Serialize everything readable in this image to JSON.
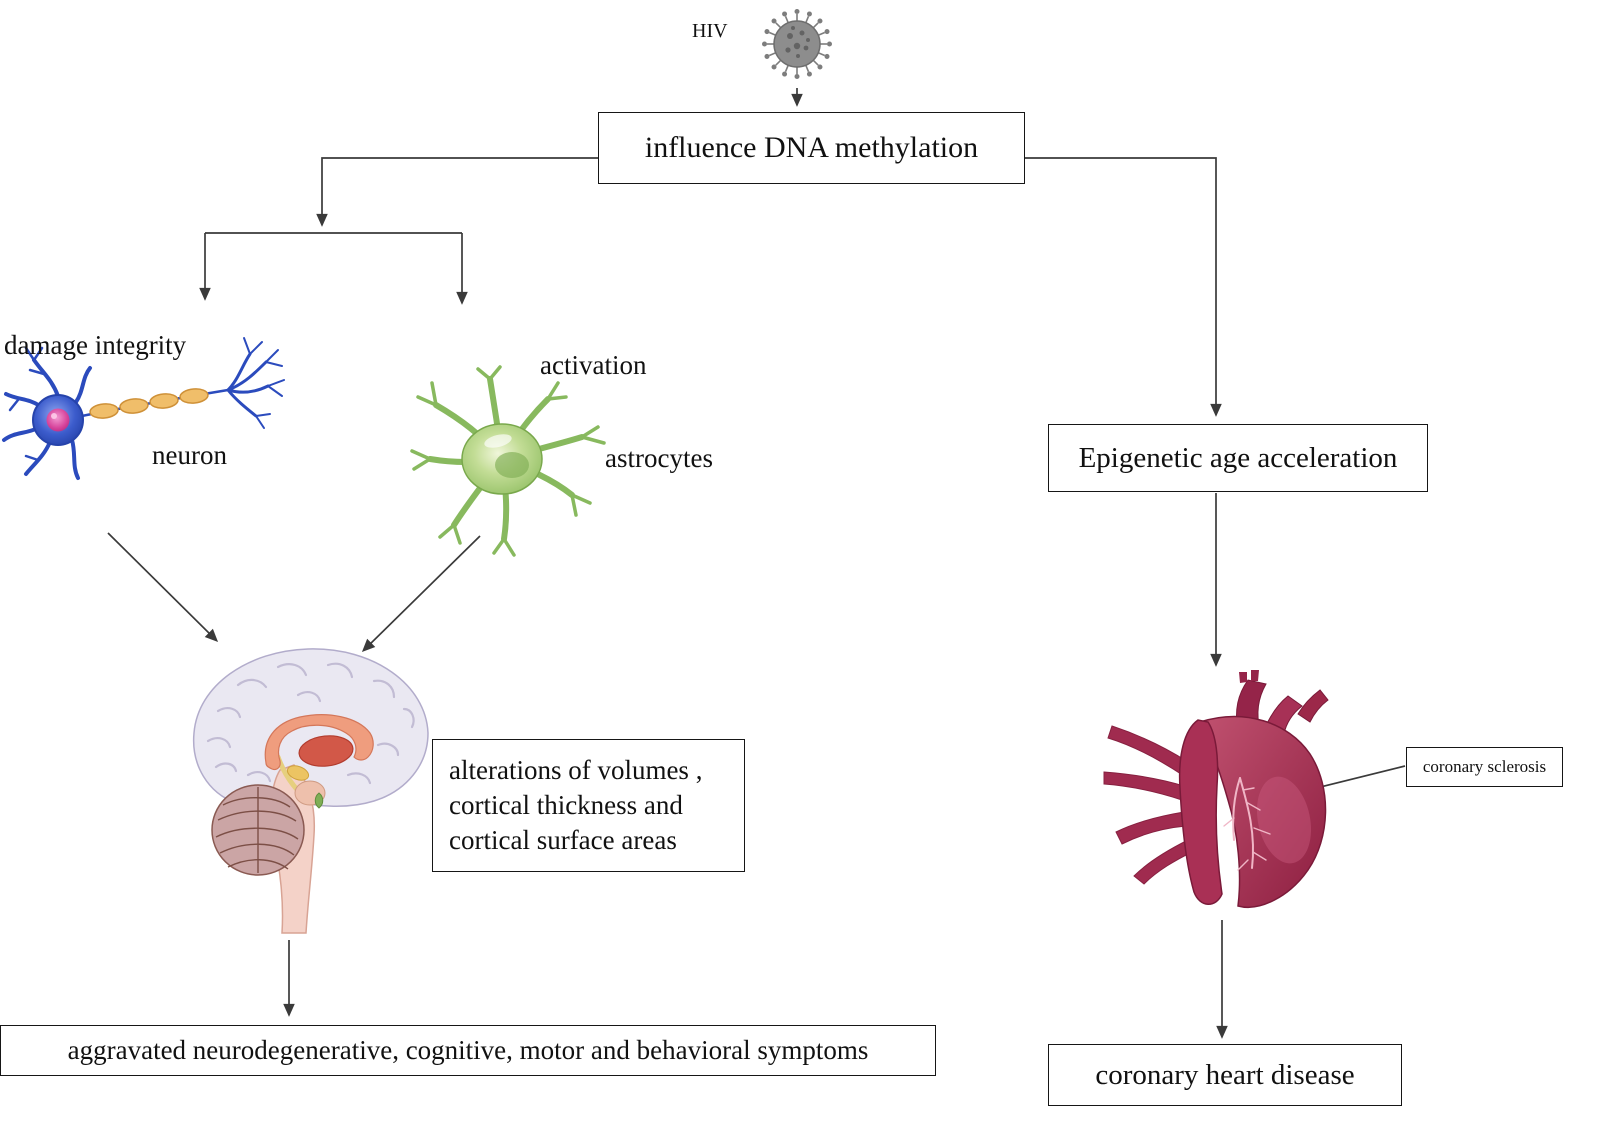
{
  "diagram": {
    "hiv": "HIV",
    "influence": "influence DNA methylation",
    "damage_integrity": "damage integrity",
    "neuron": "neuron",
    "activation": "activation",
    "astrocytes": "astrocytes",
    "alterations": {
      "line1": "alterations of volumes ,",
      "line2": "cortical thickness and",
      "line3": "cortical surface areas"
    },
    "neuro_outcome": "aggravated neurodegenerative, cognitive, motor and behavioral symptoms",
    "epigenetic": "Epigenetic age acceleration",
    "coronary_sclerosis": "coronary sclerosis",
    "coronary_outcome": "coronary heart disease"
  },
  "colors": {
    "arrow": "#3a3a3a",
    "box_border": "#161616",
    "virus_gray": "#8d8d8d",
    "neuron_blue": "#2b4bbd",
    "nucleus_pink": "#d6439b",
    "myelin_orange": "#f0be6a",
    "astrocyte_green": "#95c167",
    "brain_cortex": "#eae8f2",
    "corpus_callosum": "#ef9d7e",
    "thalamus_red": "#d25848",
    "cerebellum": "#cba5a5",
    "brainstem_pink": "#f4d2c8",
    "heart_maroon": "#9c2347"
  }
}
